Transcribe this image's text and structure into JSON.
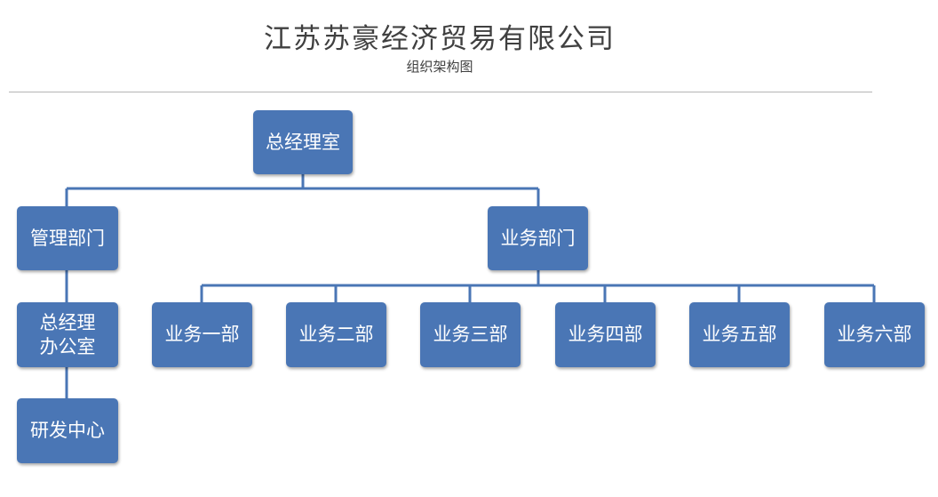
{
  "header": {
    "title": "江苏苏豪经济贸易有限公司",
    "subtitle": "组织架构图"
  },
  "colors": {
    "box_fill": "#4a76b5",
    "line": "#4a76b5",
    "box_text": "#ffffff"
  },
  "org": {
    "root": "总经理室",
    "management": "管理部门",
    "gm_office": "总经理\n办公室",
    "rnd": "研发中心",
    "business": "业务部门",
    "biz_1": "业务一部",
    "biz_2": "业务二部",
    "biz_3": "业务三部",
    "biz_4": "业务四部",
    "biz_5": "业务五部",
    "biz_6": "业务六部"
  }
}
